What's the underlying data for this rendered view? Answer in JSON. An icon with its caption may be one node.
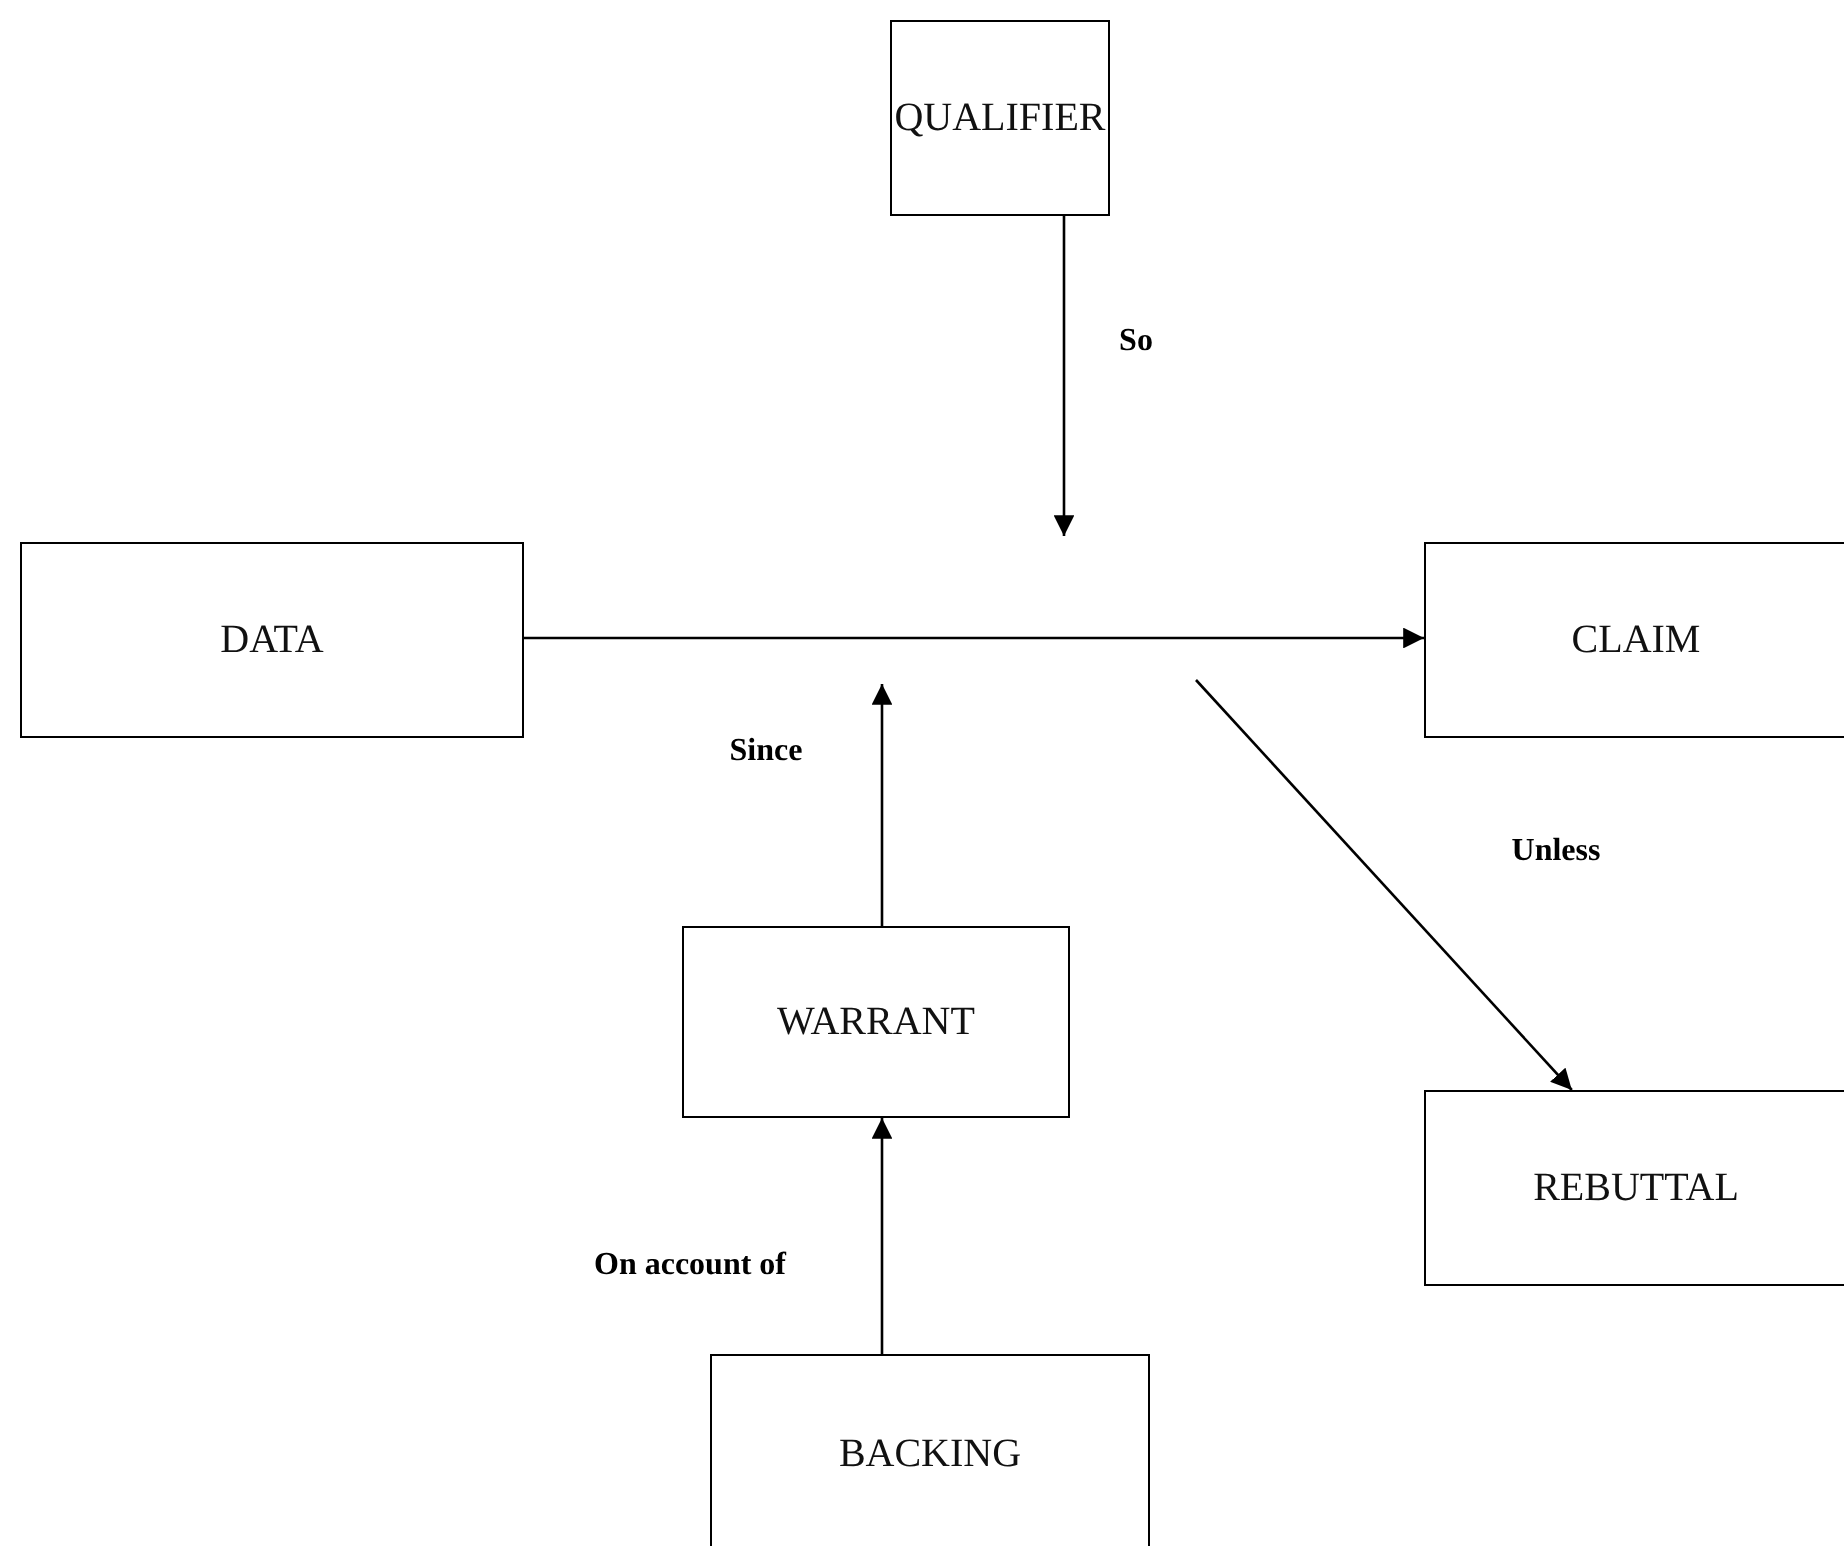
{
  "diagram": {
    "nodes": [
      {
        "text": [
          "QUALIFIER"
        ]
      },
      {
        "text": [
          "DATA"
        ]
      },
      {
        "text": [
          "CLAIM"
        ]
      },
      {
        "text": [
          "WARRANT"
        ]
      },
      {
        "text": [
          "REBUTTAL"
        ]
      },
      {
        "text": [
          "BACKING"
        ]
      }
    ],
    "edges": [
      {
        "from": 1,
        "to": 2,
        "arrow": "to"
      },
      {
        "from": 0,
        "to": null,
        "arrow": "to",
        "label": "So"
      },
      {
        "from": 3,
        "to": null,
        "arrow": "to",
        "label": "Since"
      },
      {
        "from": 5,
        "to": 3,
        "arrow": "to",
        "label": "On account of"
      },
      {
        "from": null,
        "to": 4,
        "arrow": "to",
        "label": "Unless"
      }
    ]
  }
}
